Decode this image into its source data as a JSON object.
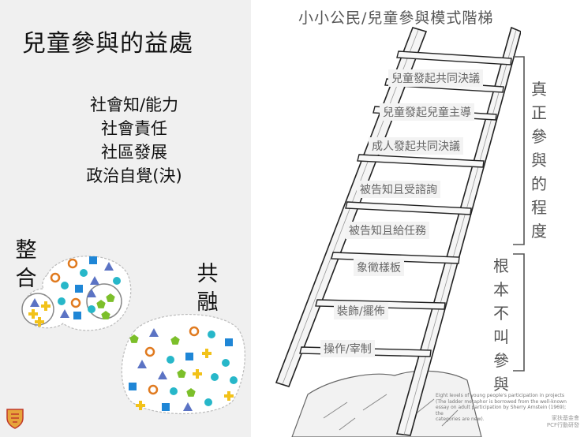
{
  "left": {
    "title": "兒童參與的益處",
    "benefits": [
      "社會知/能力",
      "社會責任",
      "社區發展",
      "政治自覺(決)"
    ],
    "integration_label": [
      "整",
      "合"
    ],
    "fusion_label": [
      "共",
      "融"
    ],
    "colors": {
      "orange_ring": "#e07a1f",
      "blue_square": "#1f86d6",
      "blue_triangle": "#5b73c4",
      "teal_dot": "#27b7c9",
      "yellow_cross": "#f2c21a",
      "green_pentagon": "#7cbf2a"
    }
  },
  "ladder": {
    "title": "小小公民/兒童參與模式階梯",
    "rungs": [
      "兒童發起共同決議",
      "兒童發起兒童主導",
      "成人發起共同決議",
      "被告知且受諮詢",
      "被告知且給任務",
      "象徵樣板",
      "裝飾/擺佈",
      "操作/宰制"
    ],
    "true_participation": [
      "真",
      "正",
      "參",
      "與",
      "的",
      "程",
      "度"
    ],
    "not_participation": [
      "根",
      "本",
      "不",
      "叫",
      "參",
      "與"
    ],
    "caption": [
      "Eight levels of young people's participation in projects",
      "(The ladder metaphor is borrowed from the well-known",
      "essay on adult participation by Sherry Arnstein (1969); the",
      "categories are new)."
    ],
    "logo_text": [
      "家扶基金會",
      "PCF行動研發"
    ]
  }
}
